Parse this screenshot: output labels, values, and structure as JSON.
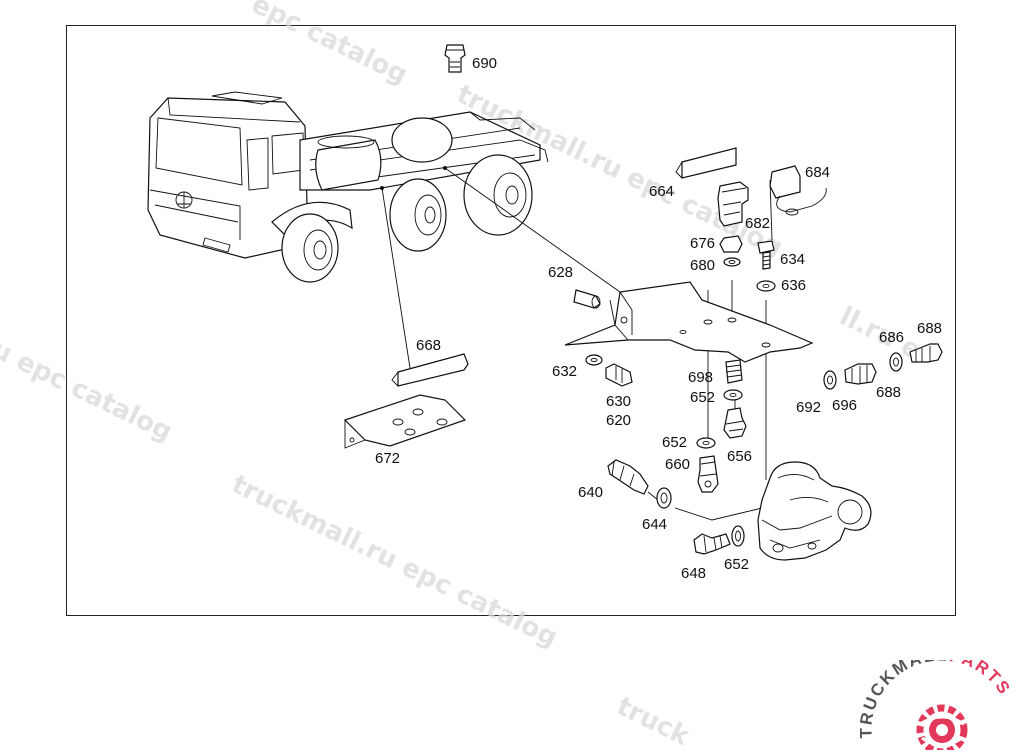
{
  "watermark": {
    "text": "truckmall.ru epc catalog",
    "fragment_top": "epc catalog",
    "fragment_left": "u epc catalog",
    "fragment_right": "ll.ru e",
    "fragment_bottom": "truck"
  },
  "labels": {
    "p690": "690",
    "p684": "684",
    "p664": "664",
    "p682": "682",
    "p676": "676",
    "p634": "634",
    "p680": "680",
    "p636": "636",
    "p628": "628",
    "p686": "686",
    "p688a": "688",
    "p668": "668",
    "p632": "632",
    "p698": "698",
    "p688b": "688",
    "p692": "692",
    "p696": "696",
    "p652a": "652",
    "p630": "630",
    "p620": "620",
    "p652b": "652",
    "p656": "656",
    "p672": "672",
    "p660": "660",
    "p640": "640",
    "p644": "644",
    "p648": "648",
    "p652c": "652"
  },
  "brand": {
    "part1": "TRUCKMALL",
    "part2": "PARTS"
  },
  "colors": {
    "brand_dark": "#555555",
    "brand_accent": "#e2395a",
    "watermark": "#d9d9d9"
  }
}
